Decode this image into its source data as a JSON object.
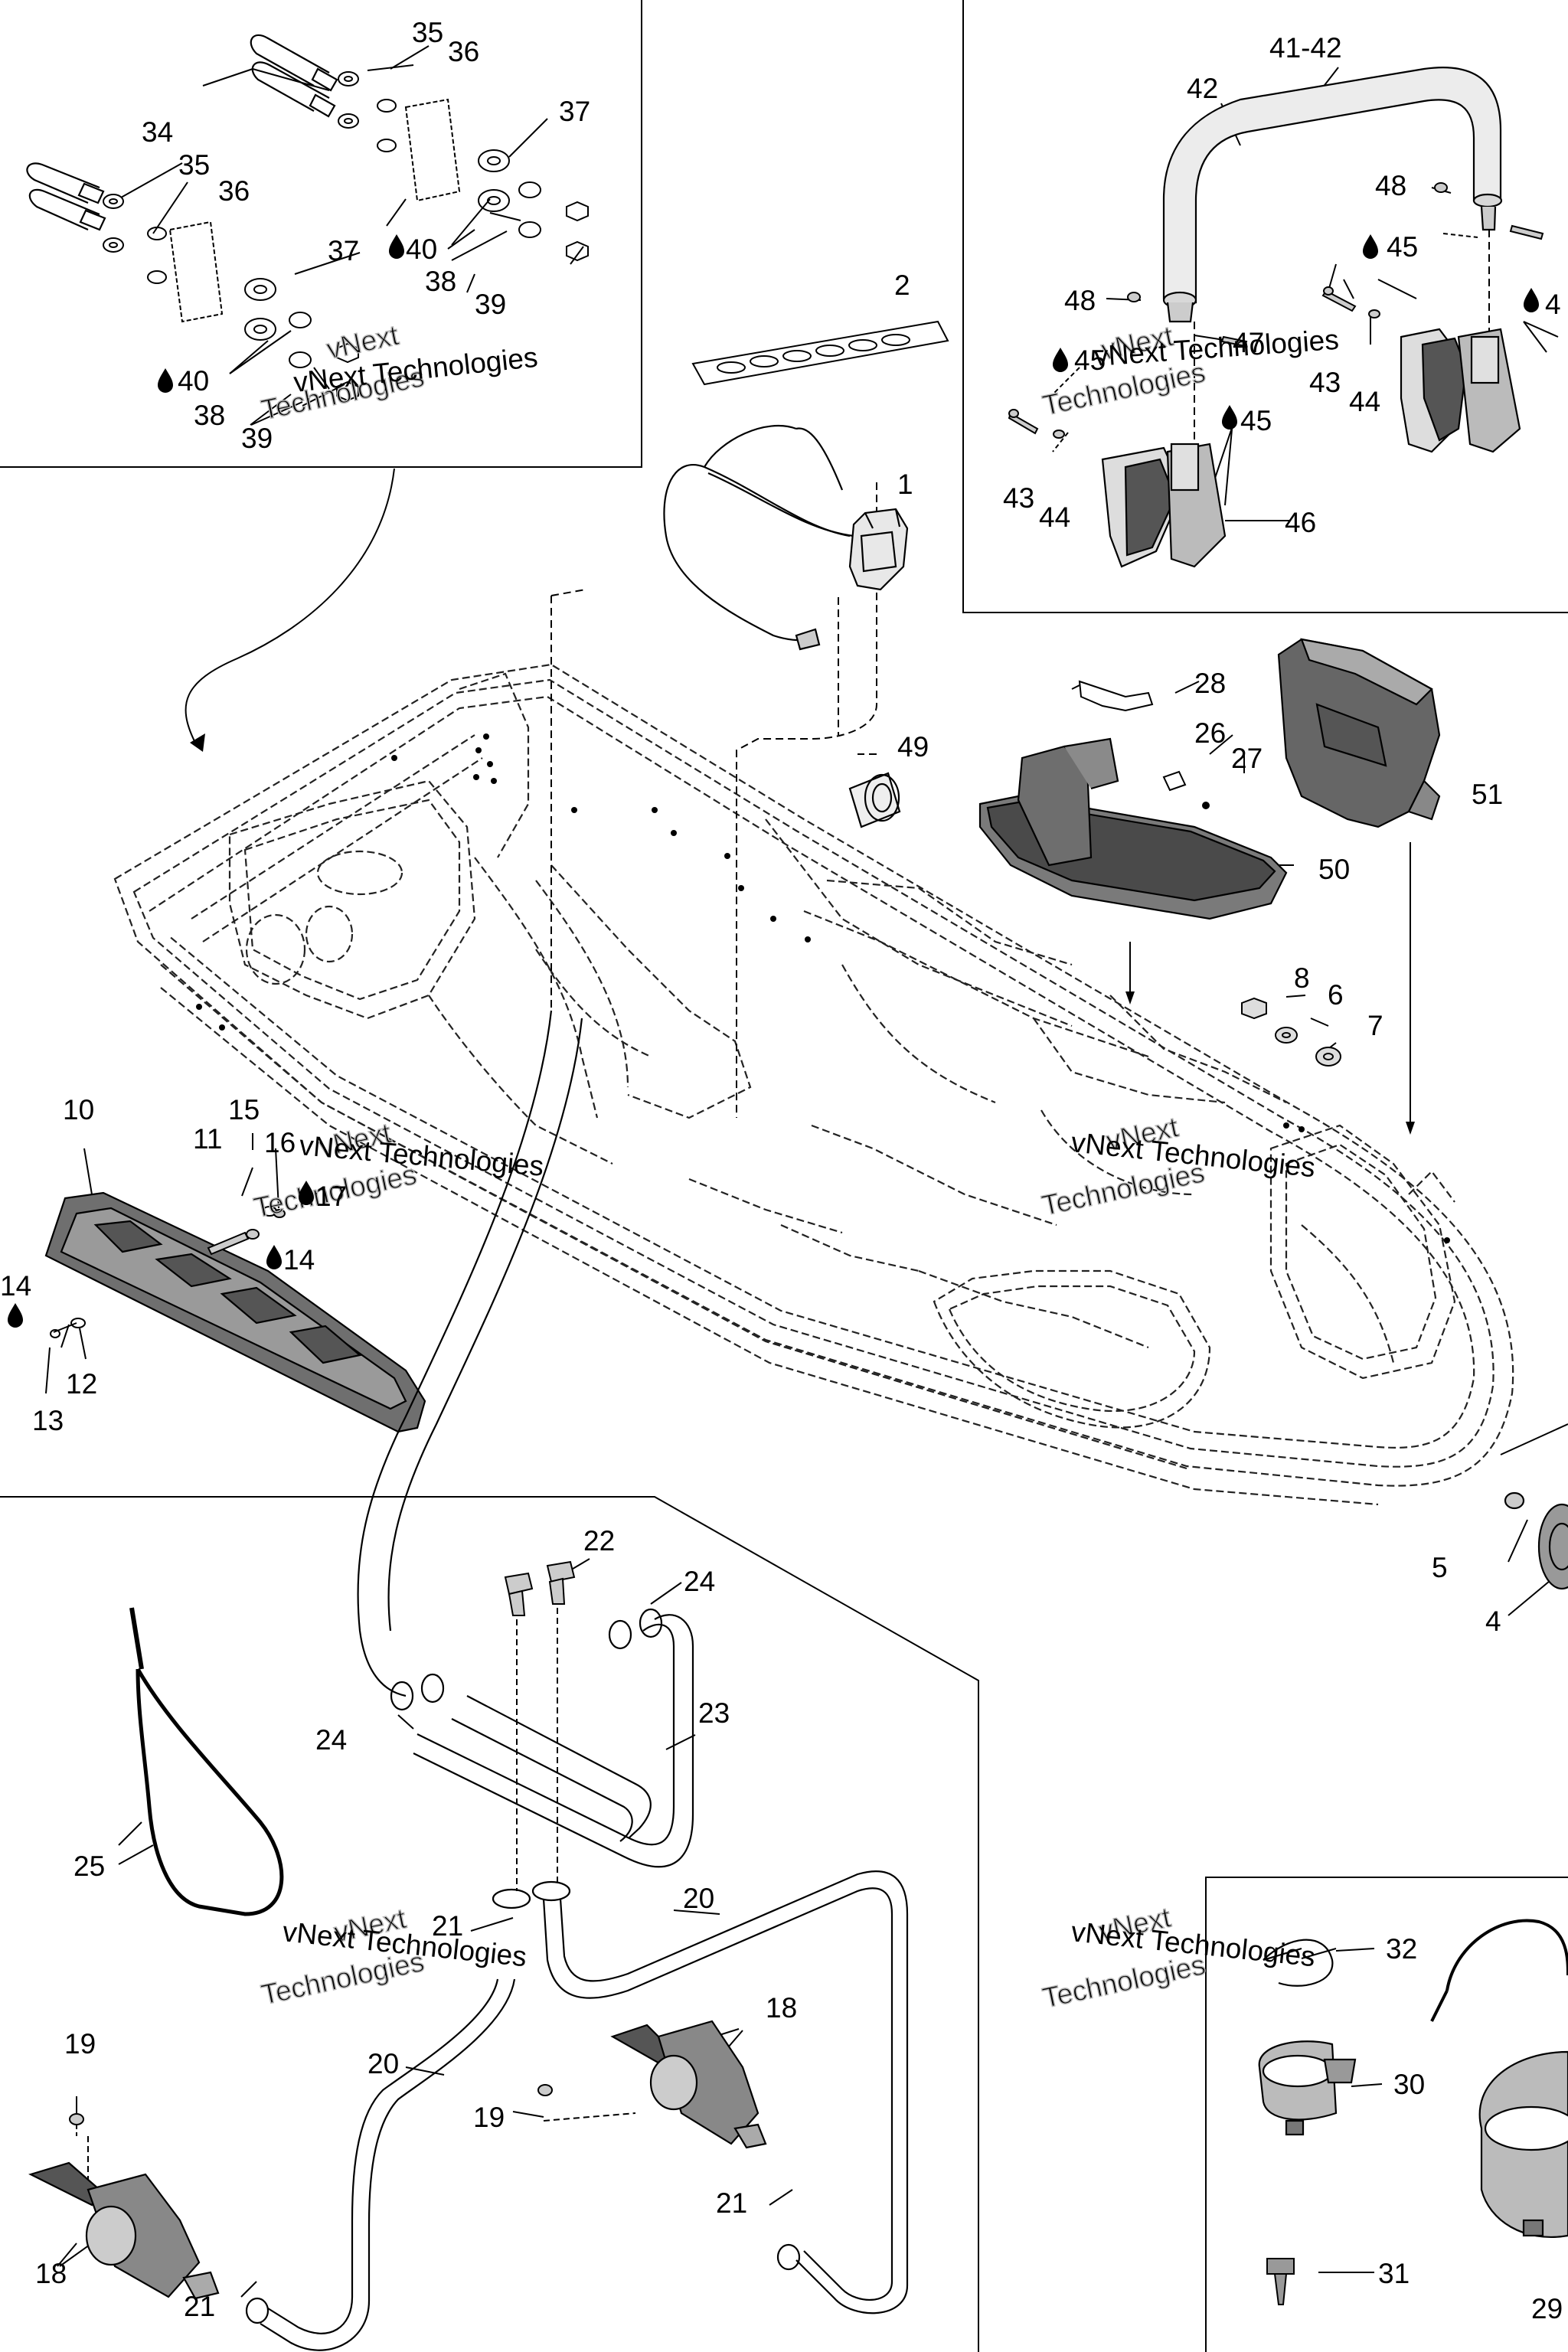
{
  "watermark": {
    "line1": "vNext",
    "line2": "Technologies",
    "full": "vNext Technologies"
  },
  "drop_symbol": "drop-icon",
  "callouts": {
    "c1": "1",
    "c2": "2",
    "c4": "4",
    "c5": "5",
    "c6": "6",
    "c7": "7",
    "c8": "8",
    "c10": "10",
    "c11": "11",
    "c12": "12",
    "c13": "13",
    "c14": "14",
    "c15": "15",
    "c16": "16",
    "c17": "17",
    "c18": "18",
    "c19": "19",
    "c20": "20",
    "c21": "21",
    "c22": "22",
    "c23": "23",
    "c24": "24",
    "c25": "25",
    "c26": "26",
    "c27": "27",
    "c28": "28",
    "c29": "29",
    "c30": "30",
    "c31": "31",
    "c32": "32",
    "c34": "34",
    "c35": "35",
    "c36": "36",
    "c37": "37",
    "c38": "38",
    "c39": "39",
    "c40": "40",
    "c41_42": "41-42",
    "c42": "42",
    "c43": "43",
    "c44": "44",
    "c45": "45",
    "c46": "46",
    "c47": "47",
    "c48": "48",
    "c49": "49",
    "c50": "50",
    "c51": "51",
    "c4_partial": "4"
  }
}
